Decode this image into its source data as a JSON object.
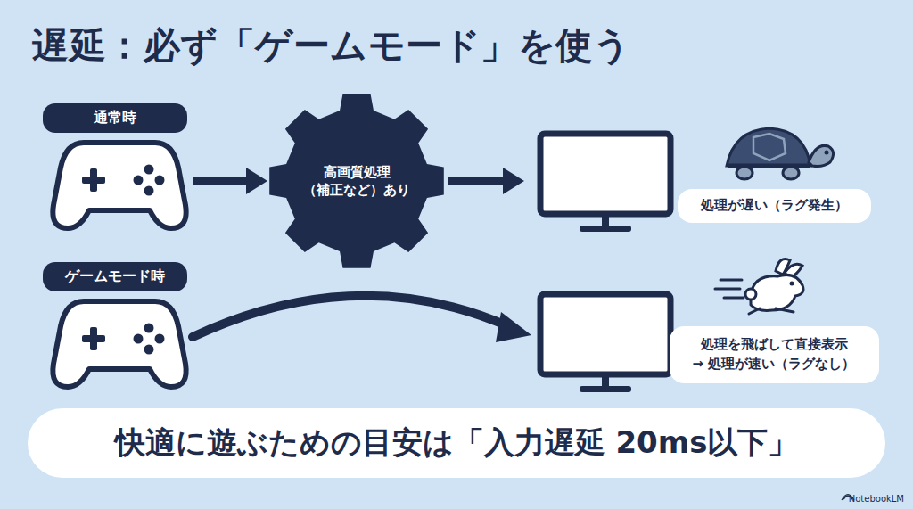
{
  "diagram": {
    "title": "遅延：必ず「ゲームモード」を使う",
    "nodes": [
      {
        "text": [
          "通常時"
        ]
      },
      {
        "text": [
          "高画質処理",
          "（補正など）あり"
        ]
      },
      {
        "text": [
          "処理が遅い（ラグ発生）"
        ]
      },
      {
        "text": [
          "ゲームモード時"
        ]
      },
      {
        "text": [
          "処理を飛ばして直接表示",
          "→ 処理が速い（ラグなし）"
        ]
      },
      {
        "text": [
          "快適に遊ぶための目安は「入力遅延 20ms以下」"
        ]
      }
    ],
    "labels": [
      "NotebookLM"
    ]
  }
}
